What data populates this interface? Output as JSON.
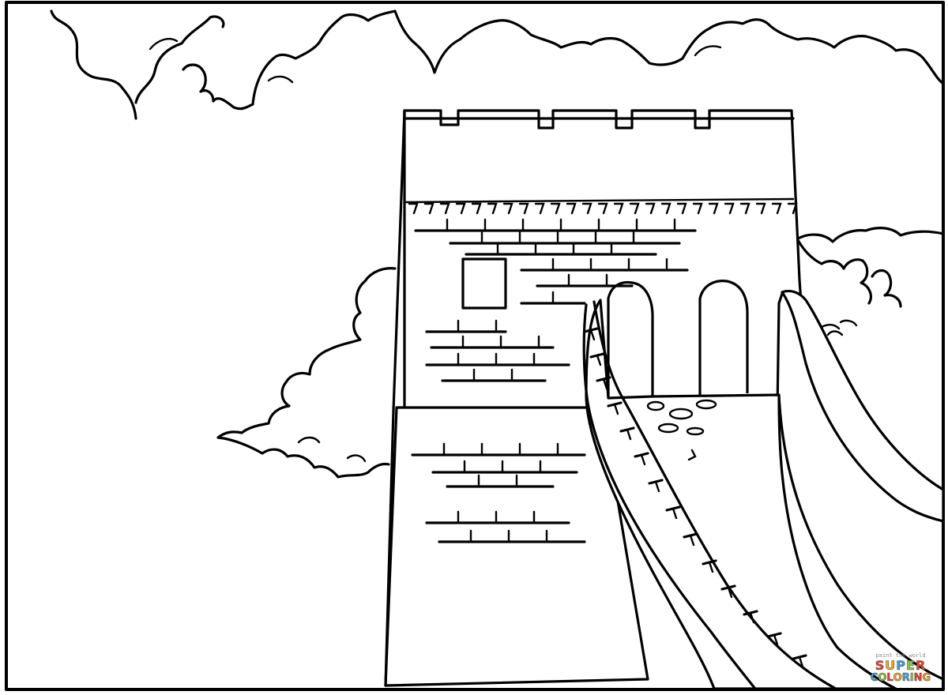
{
  "watermark": {
    "tagline": "paint the world",
    "line1": [
      "S",
      "U",
      "P",
      "E",
      "R"
    ],
    "line2": [
      "C",
      "O",
      "L",
      "O",
      "R",
      "I",
      "N",
      "G"
    ],
    "colors": [
      "#e8412c",
      "#f6a51a",
      "#3da2dc",
      "#8cc63f",
      "#e8412c",
      "#f6a51a",
      "#3da2dc",
      "#8cc63f"
    ]
  }
}
